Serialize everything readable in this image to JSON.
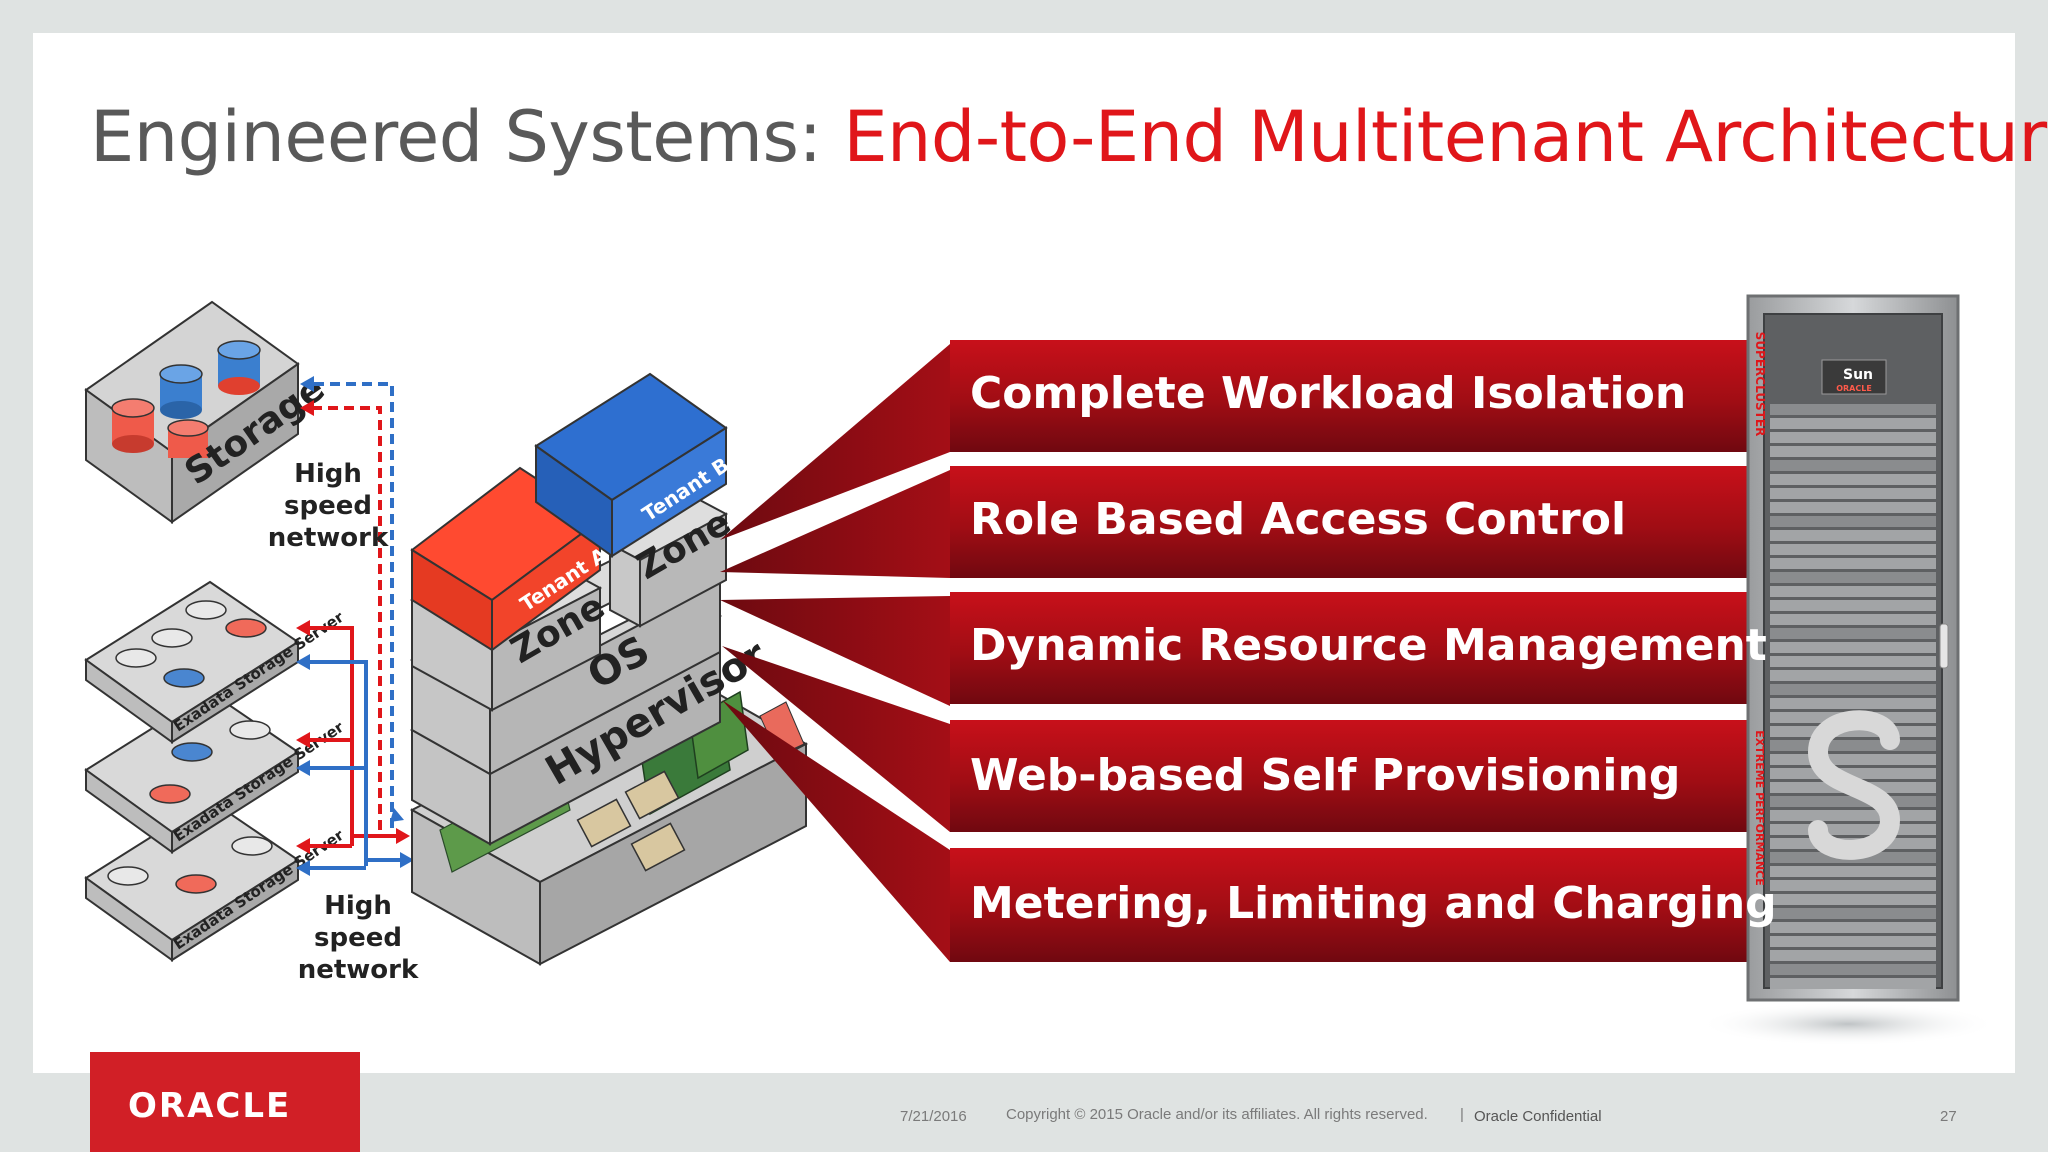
{
  "slide": {
    "title_prefix": "Engineered Systems: ",
    "title_accent": "End-to-End Multitenant Architecture",
    "accent_color": "#e0161a"
  },
  "diagram": {
    "storage_label": "Storage",
    "storage_server_label": "Exadata Storage Server",
    "network_label_top": [
      "High",
      "speed",
      "network"
    ],
    "network_label_bottom": [
      "High",
      "speed",
      "network"
    ],
    "stack": {
      "tenant_a": "Tenant A",
      "tenant_b": "Tenant B",
      "zone": "Zone",
      "os": "OS",
      "hypervisor": "Hypervisor"
    },
    "features": [
      "Complete Workload Isolation",
      "Role Based Access Control",
      "Dynamic Resource Management",
      "Web-based Self Provisioning",
      "Metering, Limiting and Charging"
    ],
    "rack": {
      "brand_top": "Sun",
      "brand_sub": "ORACLE",
      "side_top": "SUPERCLUSTER",
      "side_bottom": "EXTREME PERFORMANCE"
    }
  },
  "footer": {
    "logo": "ORACLE",
    "date": "7/21/2016",
    "copyright": "Copyright © 2015 Oracle and/or its affiliates. All rights reserved.",
    "separator": "|",
    "confidential": "Oracle Confidential",
    "page": "27"
  }
}
